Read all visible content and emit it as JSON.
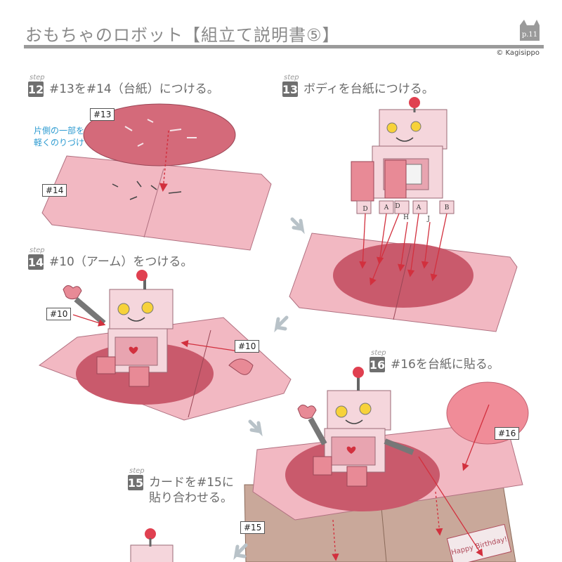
{
  "header": {
    "title": "おもちゃのロボット【組立て説明書⑤】",
    "page_label": "p.11",
    "credit": "© Kagisippo"
  },
  "steps": [
    {
      "word": "step",
      "number": "12",
      "text": "#13を#14（台紙）につける。"
    },
    {
      "word": "step",
      "number": "13",
      "text": "ボディを台紙につける。"
    },
    {
      "word": "step",
      "number": "14",
      "text": "#10（アーム）をつける。"
    },
    {
      "word": "step",
      "number": "16",
      "text": "#16を台紙に貼る。"
    },
    {
      "word": "step",
      "number": "15",
      "text_line1": "カードを#15に",
      "text_line2": "貼り合わせる。"
    }
  ],
  "tags": {
    "p13": "#13",
    "p14": "#14",
    "p10a": "#10",
    "p10b": "#10",
    "p16": "#16",
    "p15": "#15"
  },
  "glue_note": {
    "line1": "片側の一部を",
    "line2": "軽くのりづけ"
  },
  "tab_letters": [
    "D",
    "A",
    "D",
    "H",
    "A",
    "J",
    "B"
  ],
  "card_text": "Happy Birthday!",
  "colors": {
    "pink_light": "#f2b8c2",
    "pink_mid": "#e8a4b0",
    "rose": "#c95a6c",
    "robot_body": "#f5d6dc",
    "arrow_red": "#d2303e",
    "card_brown": "#c9a89a",
    "accent_gray": "#6f6f6f"
  }
}
